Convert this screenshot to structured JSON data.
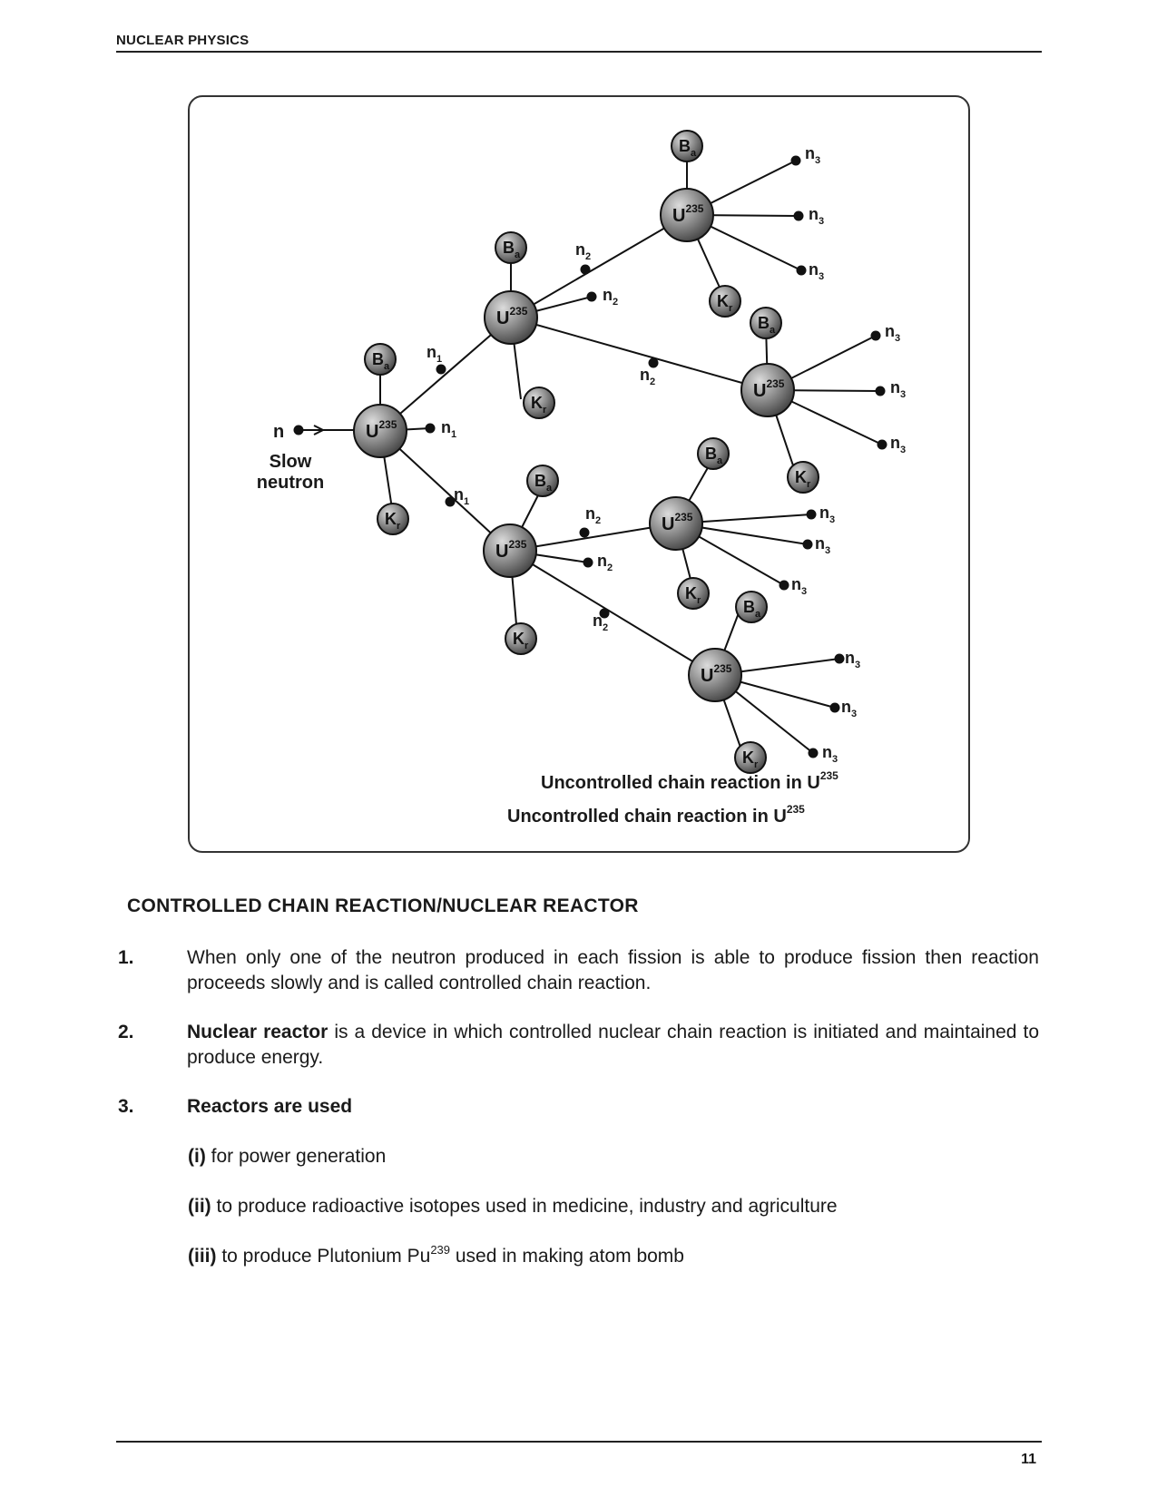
{
  "header": {
    "running_head": "NUCLEAR PHYSICS"
  },
  "figure": {
    "incoming_label": "n",
    "slow_label_line1": "Slow",
    "slow_label_line2": "neutron",
    "uranium_label": "U",
    "uranium_superscript": "235",
    "barium_main": "B",
    "barium_sub": "a",
    "krypton_main": "K",
    "krypton_sub": "r",
    "neutron_main": "n",
    "gen1_sub": "1",
    "gen2_sub": "2",
    "gen3_sub": "3",
    "caption_inner": "Uncontrolled chain reaction in U",
    "caption_inner_sup": "235",
    "caption": "Uncontrolled chain reaction in U",
    "caption_sup": "235",
    "colors": {
      "nucleus_light": "#dcdcdc",
      "nucleus_dark": "#4a4a4a",
      "line": "#111111"
    }
  },
  "section": {
    "heading": "CONTROLLED CHAIN REACTION/NUCLEAR REACTOR"
  },
  "items": [
    {
      "number": "1.",
      "text": "When only one of the neutron produced in each fission is able to produce fission then reaction proceeds slowly and is called controlled chain reaction."
    },
    {
      "number": "2.",
      "bold": "Nuclear reactor",
      "text": " is a device in which controlled nuclear chain reaction is initiated and maintained to produce energy."
    },
    {
      "number": "3.",
      "bold": "Reactors are used"
    }
  ],
  "uses": [
    {
      "label": "(i)",
      "text": " for power generation"
    },
    {
      "label": "(ii)",
      "text": " to produce radioactive isotopes used in medicine, industry and agriculture"
    },
    {
      "label": "(iii)",
      "text": " to produce Plutonium Pu",
      "sup": "239",
      "tail": " used in making atom bomb"
    }
  ],
  "footer": {
    "page_number": "11"
  }
}
